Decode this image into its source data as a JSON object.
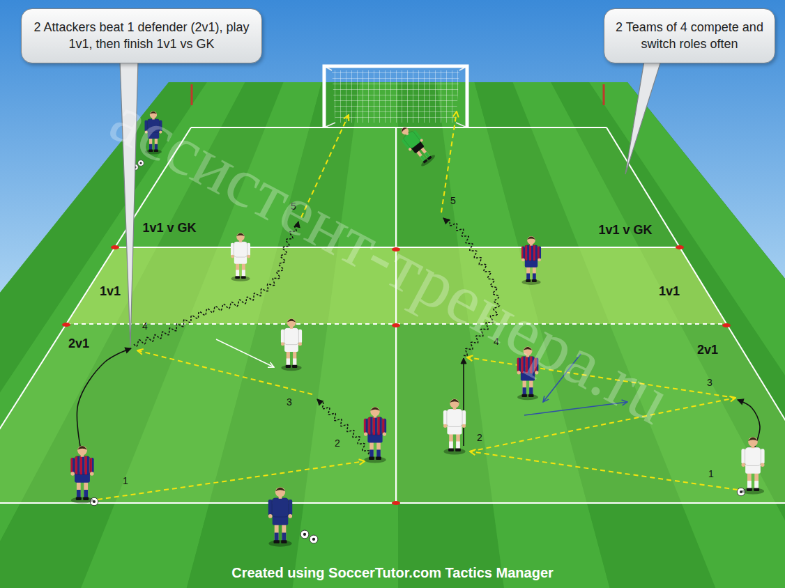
{
  "diagram": {
    "caption": "Created using SoccerTutor.com Tactics Manager",
    "nodes": [
      {
        "text": [
          "2 Attackers beat 1 defender (2v1), play 1v1, then finish 1v1 vs GK"
        ]
      },
      {
        "text": [
          "2 Teams of 4 compete and switch roles often"
        ]
      }
    ],
    "labels": [
      "1v1 v GK",
      "1v1 v GK",
      "1v1",
      "1v1",
      "2v1",
      "2v1",
      "1",
      "2",
      "3",
      "4",
      "5",
      "1",
      "2",
      "3",
      "4",
      "5",
      "ассистент-тренера.ru"
    ]
  }
}
